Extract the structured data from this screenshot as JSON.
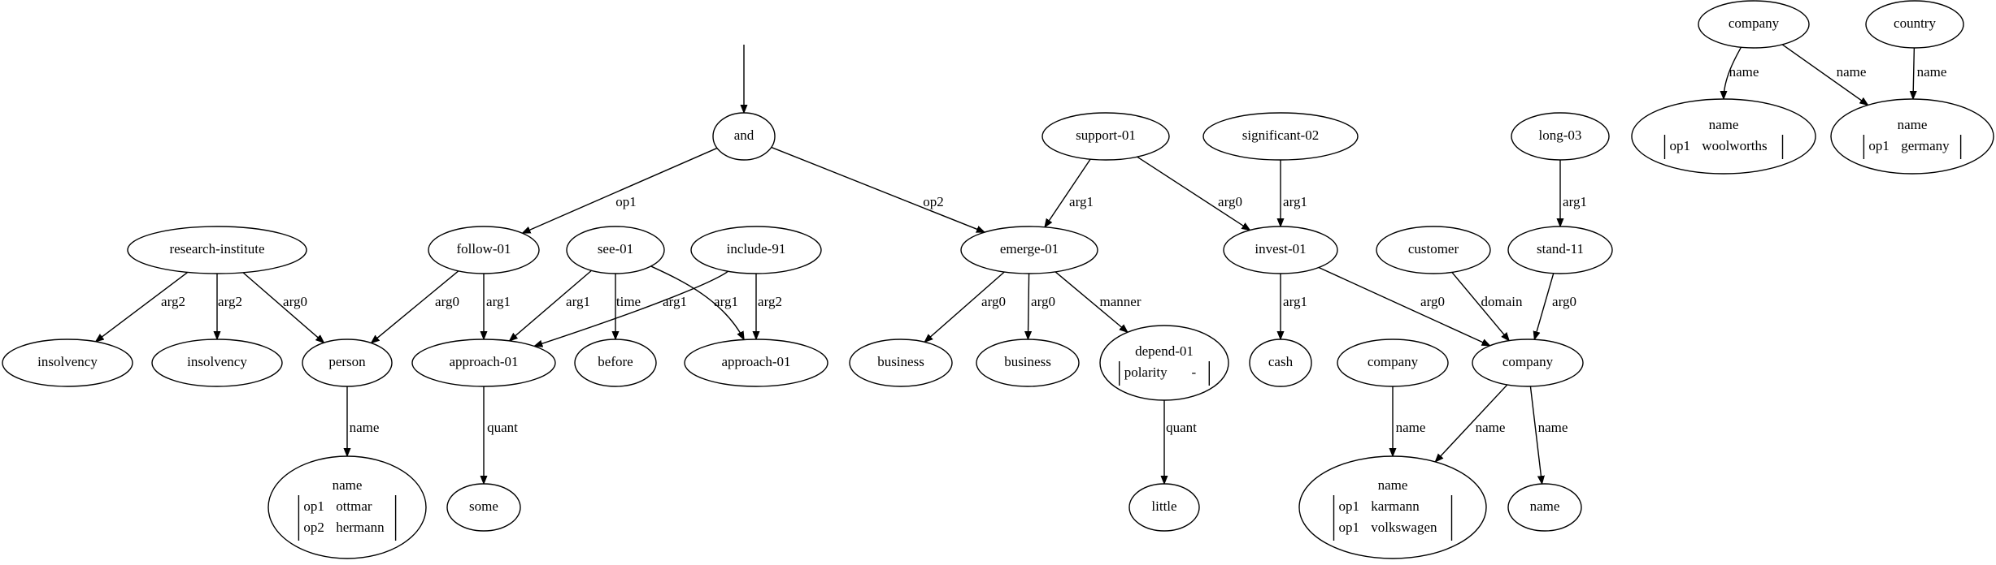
{
  "graph": {
    "nodes": [
      {
        "id": "and",
        "label": "and"
      },
      {
        "id": "follow",
        "label": "follow-01"
      },
      {
        "id": "emerge",
        "label": "emerge-01"
      },
      {
        "id": "ri",
        "label": "research-institute"
      },
      {
        "id": "ins1",
        "label": "insolvency"
      },
      {
        "id": "ins2",
        "label": "insolvency"
      },
      {
        "id": "person",
        "label": "person"
      },
      {
        "id": "pname",
        "label": "name",
        "rows": [
          [
            "op1",
            "ottmar"
          ],
          [
            "op2",
            "hermann"
          ]
        ]
      },
      {
        "id": "see",
        "label": "see-01"
      },
      {
        "id": "include",
        "label": "include-91"
      },
      {
        "id": "app1",
        "label": "approach-01"
      },
      {
        "id": "before",
        "label": "before"
      },
      {
        "id": "app2",
        "label": "approach-01"
      },
      {
        "id": "some",
        "label": "some"
      },
      {
        "id": "support",
        "label": "support-01"
      },
      {
        "id": "sig",
        "label": "significant-02"
      },
      {
        "id": "bus1",
        "label": "business"
      },
      {
        "id": "bus2",
        "label": "business"
      },
      {
        "id": "depend",
        "label": "depend-01",
        "rows": [
          [
            "polarity",
            "-"
          ]
        ]
      },
      {
        "id": "little",
        "label": "little"
      },
      {
        "id": "invest",
        "label": "invest-01"
      },
      {
        "id": "cash",
        "label": "cash"
      },
      {
        "id": "customer",
        "label": "customer"
      },
      {
        "id": "long",
        "label": "long-03"
      },
      {
        "id": "stand",
        "label": "stand-11"
      },
      {
        "id": "company_b",
        "label": "company"
      },
      {
        "id": "company_c",
        "label": "company"
      },
      {
        "id": "kname",
        "label": "name",
        "rows": [
          [
            "op1",
            "karmann"
          ],
          [
            "op1",
            "volkswagen"
          ]
        ]
      },
      {
        "id": "name2",
        "label": "name"
      },
      {
        "id": "company_a",
        "label": "company"
      },
      {
        "id": "country",
        "label": "country"
      },
      {
        "id": "wname",
        "label": "name",
        "rows": [
          [
            "op1",
            "woolworths"
          ]
        ]
      },
      {
        "id": "gname",
        "label": "name",
        "rows": [
          [
            "op1",
            "germany"
          ]
        ]
      }
    ],
    "edges": [
      {
        "from": "root",
        "to": "and",
        "label": ""
      },
      {
        "from": "and",
        "to": "follow",
        "label": "op1"
      },
      {
        "from": "and",
        "to": "emerge",
        "label": "op2"
      },
      {
        "from": "ri",
        "to": "ins1",
        "label": "arg2"
      },
      {
        "from": "ri",
        "to": "ins2",
        "label": "arg2"
      },
      {
        "from": "ri",
        "to": "person",
        "label": "arg0"
      },
      {
        "from": "follow",
        "to": "person",
        "label": "arg0"
      },
      {
        "from": "follow",
        "to": "app1",
        "label": "arg1"
      },
      {
        "from": "person",
        "to": "pname",
        "label": "name"
      },
      {
        "from": "see",
        "to": "app1",
        "label": "arg1"
      },
      {
        "from": "see",
        "to": "before",
        "label": "time"
      },
      {
        "from": "see",
        "to": "app2",
        "label": "arg1"
      },
      {
        "from": "include",
        "to": "app1",
        "label": "arg1"
      },
      {
        "from": "include",
        "to": "app2",
        "label": "arg2"
      },
      {
        "from": "app1",
        "to": "some",
        "label": "quant"
      },
      {
        "from": "support",
        "to": "emerge",
        "label": "arg1"
      },
      {
        "from": "support",
        "to": "invest",
        "label": "arg0"
      },
      {
        "from": "sig",
        "to": "invest",
        "label": "arg1"
      },
      {
        "from": "emerge",
        "to": "bus1",
        "label": "arg0"
      },
      {
        "from": "emerge",
        "to": "bus2",
        "label": "arg0"
      },
      {
        "from": "emerge",
        "to": "depend",
        "label": "manner"
      },
      {
        "from": "depend",
        "to": "little",
        "label": "quant"
      },
      {
        "from": "invest",
        "to": "cash",
        "label": "arg1"
      },
      {
        "from": "invest",
        "to": "company_c",
        "label": "arg0"
      },
      {
        "from": "customer",
        "to": "company_c",
        "label": "domain"
      },
      {
        "from": "long",
        "to": "stand",
        "label": "arg1"
      },
      {
        "from": "stand",
        "to": "company_c",
        "label": "arg0"
      },
      {
        "from": "company_b",
        "to": "kname",
        "label": "name"
      },
      {
        "from": "company_c",
        "to": "kname",
        "label": "name"
      },
      {
        "from": "company_c",
        "to": "name2",
        "label": "name"
      },
      {
        "from": "company_a",
        "to": "wname",
        "label": "name"
      },
      {
        "from": "company_a",
        "to": "gname",
        "label": "name"
      },
      {
        "from": "country",
        "to": "gname",
        "label": "name"
      }
    ]
  }
}
